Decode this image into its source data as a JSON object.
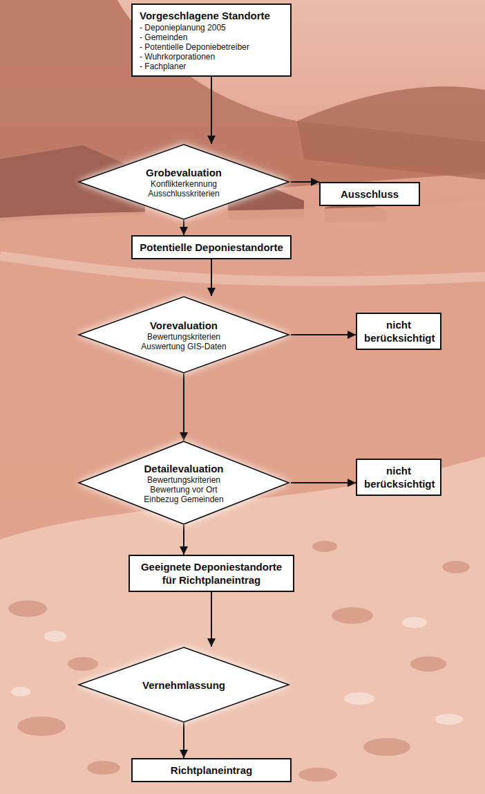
{
  "diagram": {
    "nodes": [
      {
        "text": [
          "Vorgeschlagene Standorte",
          "- Deponieplanung 2005",
          "- Gemeinden",
          "- Potentielle Deponiebetreiber",
          "- Wuhrkorporationen",
          "- Fachplaner"
        ]
      },
      {
        "text": [
          "Grobevaluation",
          "Konflikterkennung",
          "Ausschlusskriterien"
        ]
      },
      {
        "text": [
          "Ausschluss"
        ]
      },
      {
        "text": [
          "Potentielle Deponiestandorte"
        ]
      },
      {
        "text": [
          "Vorevaluation",
          "Bewertungskriterien",
          "Auswertung GIS-Daten"
        ]
      },
      {
        "text": [
          "nicht berücksichtigt"
        ]
      },
      {
        "text": [
          "Detailevaluation",
          "Bewertungskriterien",
          "Bewertung vor Ort",
          "Einbezug Gemeinden"
        ]
      },
      {
        "text": [
          "nicht berücksichtigt"
        ]
      },
      {
        "text": [
          "Geeignete Deponiestandorte für Richtplaneintrag"
        ]
      },
      {
        "text": [
          "Vernehmlassung"
        ]
      },
      {
        "text": [
          "Richtplaneintrag"
        ]
      }
    ],
    "edges": [
      {
        "from": 0,
        "to": 1,
        "arrow": "to"
      },
      {
        "from": 1,
        "to": 2,
        "arrow": "to"
      },
      {
        "from": 1,
        "to": 3,
        "arrow": "to"
      },
      {
        "from": 3,
        "to": 4,
        "arrow": "to"
      },
      {
        "from": 4,
        "to": 5,
        "arrow": "to"
      },
      {
        "from": 4,
        "to": 6,
        "arrow": "to"
      },
      {
        "from": 6,
        "to": 7,
        "arrow": "to"
      },
      {
        "from": 6,
        "to": 8,
        "arrow": "to"
      },
      {
        "from": 8,
        "to": 9,
        "arrow": "to"
      },
      {
        "from": 9,
        "to": 10,
        "arrow": "to"
      }
    ]
  }
}
